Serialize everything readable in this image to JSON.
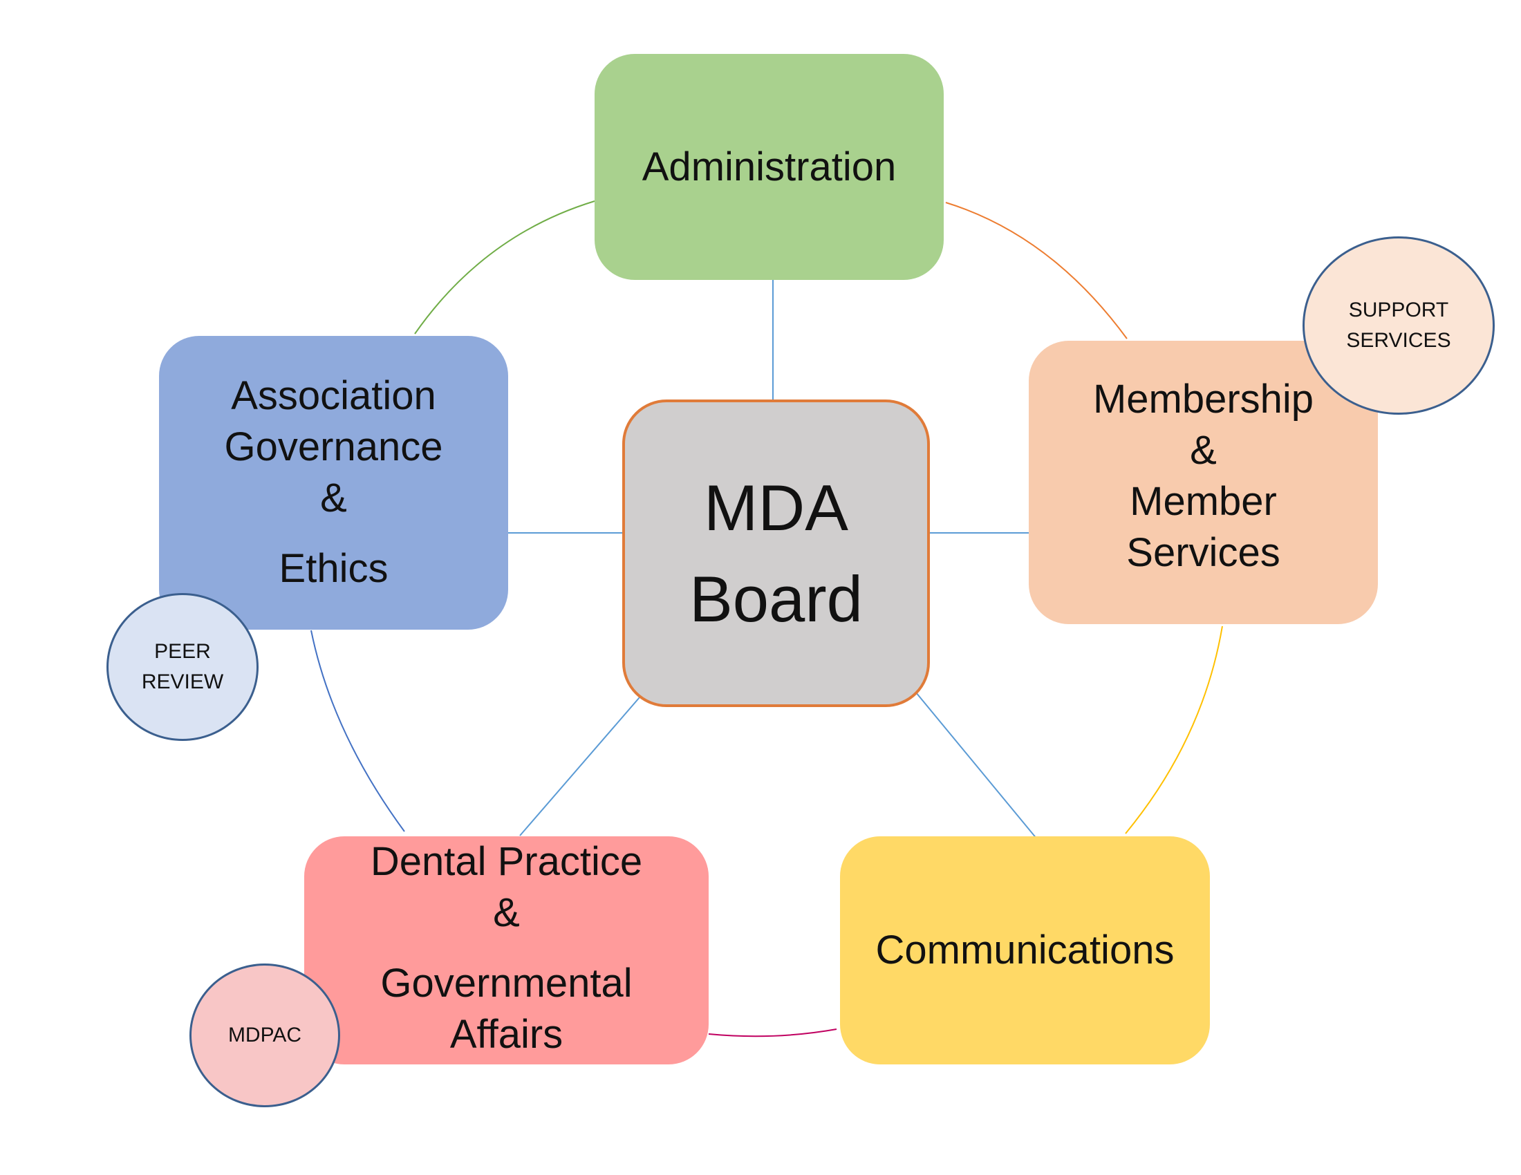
{
  "colors": {
    "administration": "#a9d18e",
    "governance": "#8faadc",
    "membership": "#f8cbad",
    "dental_practice": "#ff9b9b",
    "communications": "#ffd966",
    "board": "#d0cece",
    "board_border": "#e07b39",
    "peer_review": "#dae3f3",
    "support_services": "#fbe5d6",
    "mdpac": "#f8c6c6",
    "badge_border": "#3b5f8e"
  },
  "center": {
    "line1": "MDA",
    "line2": "Board"
  },
  "nodes": {
    "administration": {
      "line1": "Administration"
    },
    "governance": {
      "line1": "Association",
      "line2": "Governance",
      "line3": "&",
      "line4": "Ethics"
    },
    "membership": {
      "line1": "Membership",
      "line2": "&",
      "line3": "Member",
      "line4": "Services"
    },
    "dental_practice": {
      "line1": "Dental Practice",
      "line2": "&",
      "line3": "Governmental",
      "line4": "Affairs"
    },
    "communications": {
      "line1": "Communications"
    }
  },
  "badges": {
    "peer_review": {
      "line1": "PEER",
      "line2": "REVIEW"
    },
    "support_services": {
      "line1": "SUPPORT",
      "line2": "SERVICES"
    },
    "mdpac": {
      "line1": "MDPAC"
    }
  }
}
